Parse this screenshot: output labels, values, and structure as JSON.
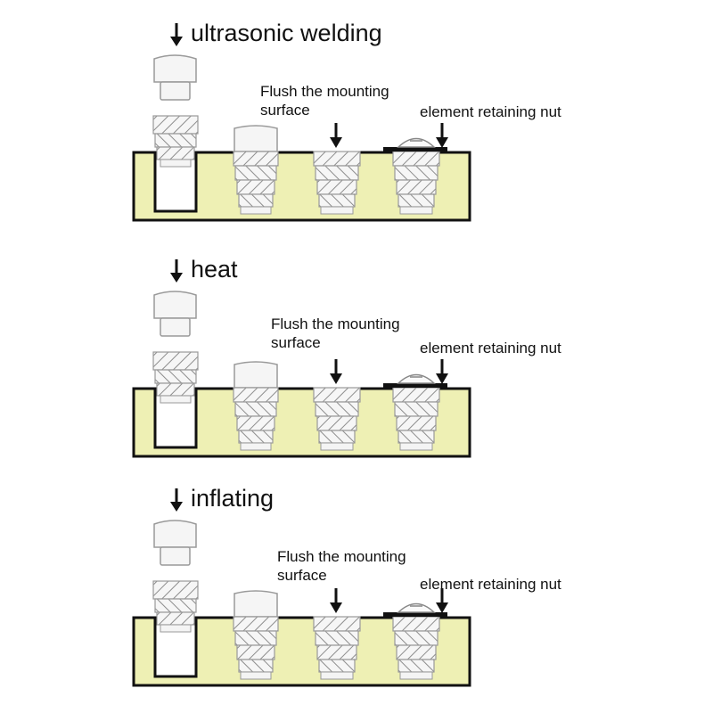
{
  "colors": {
    "base": "#eef0b4",
    "outline": "#111111",
    "insert_fill": "#f4f4f4",
    "insert_stroke": "#999999",
    "text": "#111111"
  },
  "panels": [
    {
      "method": "ultrasonic welding",
      "flush_label_line1": "Flush the mounting",
      "flush_label_line2": "surface",
      "nut_label": "element retaining nut"
    },
    {
      "method": "heat",
      "flush_label_line1": "Flush the mounting",
      "flush_label_line2": "surface",
      "nut_label": "element retaining nut"
    },
    {
      "method": "inflating",
      "flush_label_line1": "Flush the mounting",
      "flush_label_line2": "surface",
      "nut_label": "element retaining nut"
    }
  ]
}
